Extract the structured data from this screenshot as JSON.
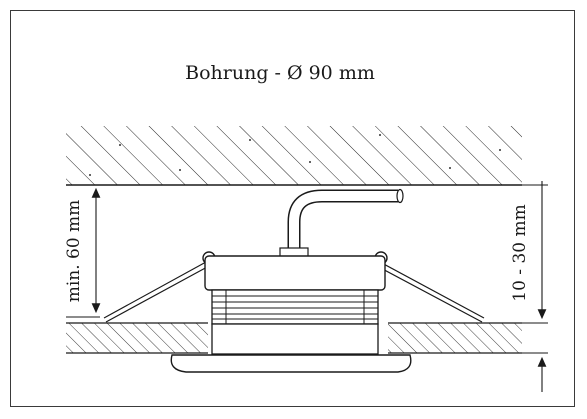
{
  "drawing": {
    "title": "Bohrung - Ø 90 mm",
    "min_depth_label": "min. 60 mm",
    "thickness_label": "10 - 30 mm"
  }
}
